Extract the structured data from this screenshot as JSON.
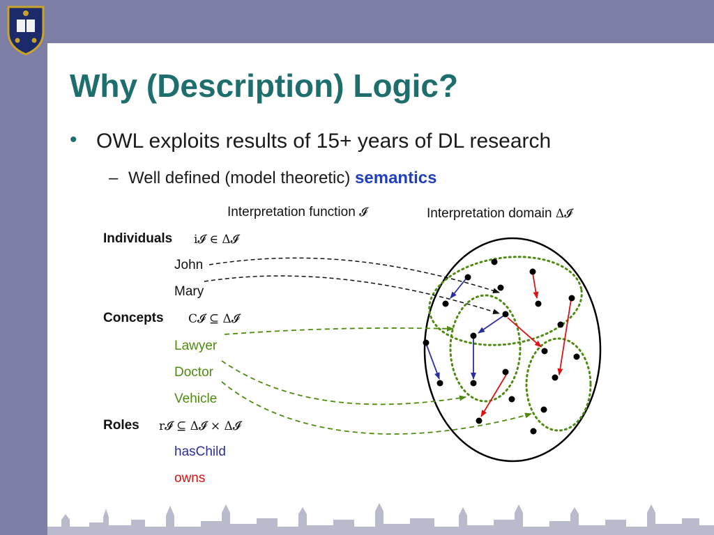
{
  "title": "Why (Description) Logic?",
  "bullet1": "OWL exploits results of 15+ years of DL research",
  "bullet2": {
    "dash": "–",
    "text": "Well defined (model theoretic) ",
    "emphasis": "semantics"
  },
  "diagram": {
    "interp_function_label": "Interpretation function",
    "interp_function_symbol": "𝓘",
    "interp_domain_label": "Interpretation domain",
    "interp_domain_symbol": "Δ𝓘",
    "individuals": {
      "heading": "Individuals",
      "formula": "i𝓘 ∈ Δ𝓘",
      "items": [
        "John",
        "Mary"
      ]
    },
    "concepts": {
      "heading": "Concepts",
      "formula": "C𝓘 ⊆ Δ𝓘",
      "items": [
        "Lawyer",
        "Doctor",
        "Vehicle"
      ]
    },
    "roles": {
      "heading": "Roles",
      "formula": "r𝓘 ⊆ Δ𝓘 × Δ𝓘",
      "items": [
        "hasChild",
        "owns"
      ]
    },
    "colors": {
      "concept": "#4f8a10",
      "role_hasChild": "#2b2f9e",
      "role_owns": "#dd1111",
      "title": "#1f6e6e",
      "semantics": "#1f3fbf",
      "frame": "#7d7ea6"
    }
  }
}
